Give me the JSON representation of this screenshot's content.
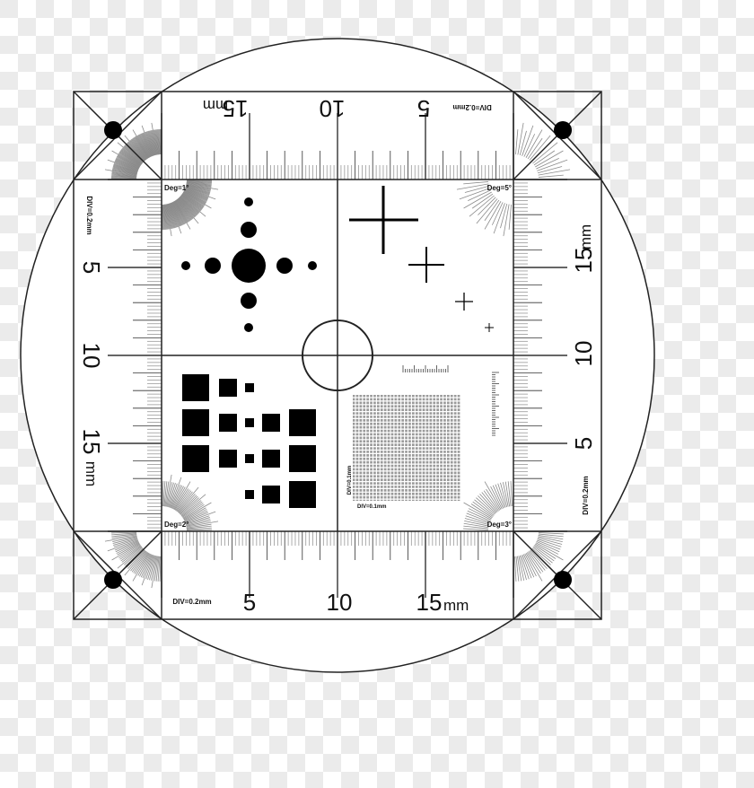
{
  "target": {
    "top_ruler": {
      "labels": [
        "15",
        "10",
        "5"
      ],
      "unit": "mm",
      "div_label": "DIV=0.2mm"
    },
    "bottom_ruler": {
      "labels": [
        "5",
        "10",
        "15"
      ],
      "unit": "mm",
      "div_label": "DIV=0.2mm"
    },
    "left_ruler": {
      "labels": [
        "5",
        "10",
        "15"
      ],
      "unit": "mm",
      "div_label": "DIV=0.2mm"
    },
    "right_ruler": {
      "labels": [
        "15",
        "10",
        "5"
      ],
      "unit": "mm",
      "div_label": "DIV=0.2mm"
    },
    "angle_labels": {
      "top_left": "Deg=1°",
      "top_right": "Deg=5°",
      "bottom_left": "Deg=2°",
      "bottom_right": "Deg=3°"
    },
    "grid_labels": {
      "horizontal": "DIV=0.1mm",
      "vertical": "DIV=0.1mm"
    },
    "colors": {
      "ink": "#111111",
      "fan": "#888888",
      "grid": "#777777",
      "checker": "#ebebeb"
    }
  }
}
